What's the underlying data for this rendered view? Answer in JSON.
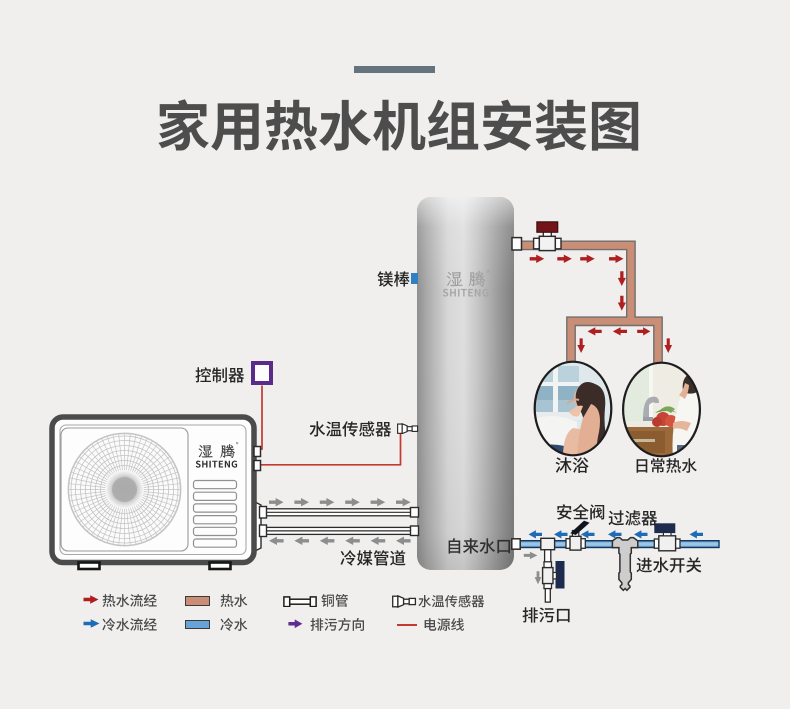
{
  "header": {
    "title": "家用热水机组安装图"
  },
  "tank": {
    "brand": "湿腾",
    "brand_latin": "SHITENG",
    "reg_mark": "®",
    "inlet_label": "自来水口",
    "magnesium_label": "镁棒"
  },
  "heat_pump": {
    "brand": "湿腾",
    "brand_latin": "SHITENG",
    "reg_mark": "®"
  },
  "callouts": {
    "controller": "控制器",
    "temp_sensor": "水温传感器",
    "refrigerant_pipe": "冷媒管道",
    "safety_valve": "安全阀",
    "filter": "过滤器",
    "inlet_switch": "进水开关",
    "drain_outlet": "排污口"
  },
  "usage": {
    "shower": "沐浴",
    "daily_hot_water": "日常热水"
  },
  "legend": {
    "rows": [
      [
        {
          "icon": "hot-flow-arrow",
          "label": "热水流经"
        },
        {
          "icon": "hot-water-swatch",
          "label": "热水"
        },
        {
          "icon": "copper-pipe",
          "label": "铜管"
        },
        {
          "icon": "temp-sensor",
          "label": "水温传感器"
        }
      ],
      [
        {
          "icon": "cold-flow-arrow",
          "label": "冷水流经"
        },
        {
          "icon": "cold-water-swatch",
          "label": "冷水"
        },
        {
          "icon": "drain-direction-arrow",
          "label": "排污方向"
        },
        {
          "icon": "power-line",
          "label": "电源线"
        }
      ]
    ]
  },
  "colors": {
    "background": "#f0efee",
    "title": "#4d4d4d",
    "accent_dash": "#64737d",
    "hot_flow": "#b01f1f",
    "cold_flow": "#1e6cb5",
    "copper_pipe": "#c98e75",
    "cold_pipe": "#68a3d8",
    "refrigerant_flow": "#8d8d8d",
    "drain_direction": "#5e2d91",
    "power_line": "#c23a30",
    "controller_outline": "#5b2b8c",
    "valve_handle_navy": "#1c2b4e",
    "valve_handle_maroon": "#731418"
  }
}
